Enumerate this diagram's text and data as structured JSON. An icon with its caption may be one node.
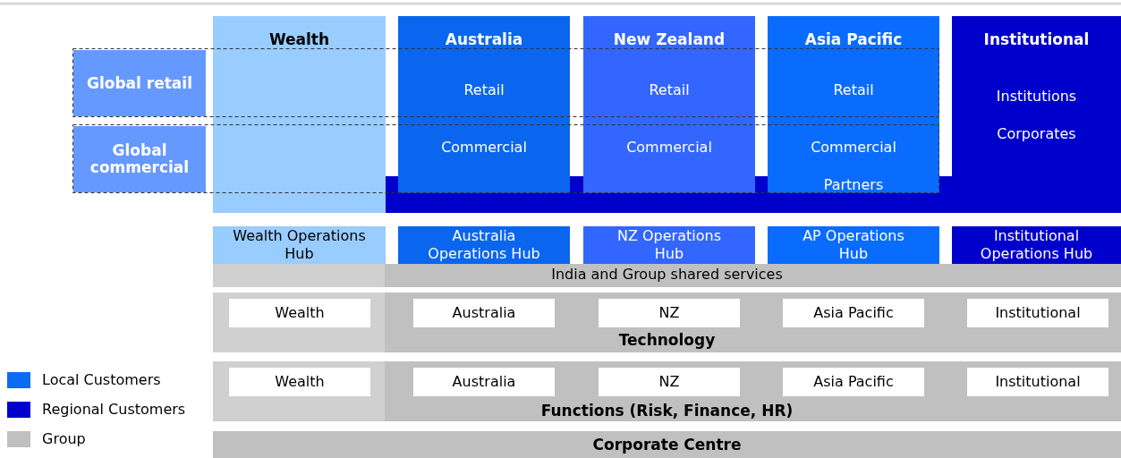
{
  "diagram": {
    "nodes": [
      {
        "text": [
          "Wealth"
        ]
      },
      {
        "text": [
          "Australia",
          "Retail",
          "Commercial"
        ]
      },
      {
        "text": [
          "New Zealand",
          "Retail",
          "Commercial"
        ]
      },
      {
        "text": [
          "Asia Pacific",
          "Retail",
          "Commercial",
          "Partners"
        ]
      },
      {
        "text": [
          "Institutional",
          "Institutions",
          "Corporates"
        ]
      },
      {
        "text": [
          "Global retail"
        ]
      },
      {
        "text": [
          "Global commercial"
        ]
      },
      {
        "text": [
          "Wealth Operations Hub"
        ]
      },
      {
        "text": [
          "Australia Operations Hub"
        ]
      },
      {
        "text": [
          "NZ Operations Hub"
        ]
      },
      {
        "text": [
          "AP Operations Hub"
        ]
      },
      {
        "text": [
          "Institutional Operations Hub"
        ]
      },
      {
        "text": [
          "India and Group shared services"
        ]
      },
      {
        "text": [
          "Technology"
        ]
      },
      {
        "text": [
          "Wealth"
        ],
        "in": 13
      },
      {
        "text": [
          "Australia"
        ],
        "in": 13
      },
      {
        "text": [
          "NZ"
        ],
        "in": 13
      },
      {
        "text": [
          "Asia Pacific"
        ],
        "in": 13
      },
      {
        "text": [
          "Institutional"
        ],
        "in": 13
      },
      {
        "text": [
          "Functions (Risk, Finance, HR)"
        ]
      },
      {
        "text": [
          "Wealth"
        ],
        "in": 19
      },
      {
        "text": [
          "Australia"
        ],
        "in": 19
      },
      {
        "text": [
          "NZ"
        ],
        "in": 19
      },
      {
        "text": [
          "Asia Pacific"
        ],
        "in": 19
      },
      {
        "text": [
          "Institutional"
        ],
        "in": 19
      },
      {
        "text": [
          "Corporate Centre"
        ]
      }
    ],
    "edges": [],
    "legend": [
      {
        "text": "Local Customers",
        "color": "#0a6cf5"
      },
      {
        "text": "Regional Customers",
        "color": "#0000cc"
      },
      {
        "text": "Group",
        "color": "#c0c0c0"
      }
    ]
  }
}
